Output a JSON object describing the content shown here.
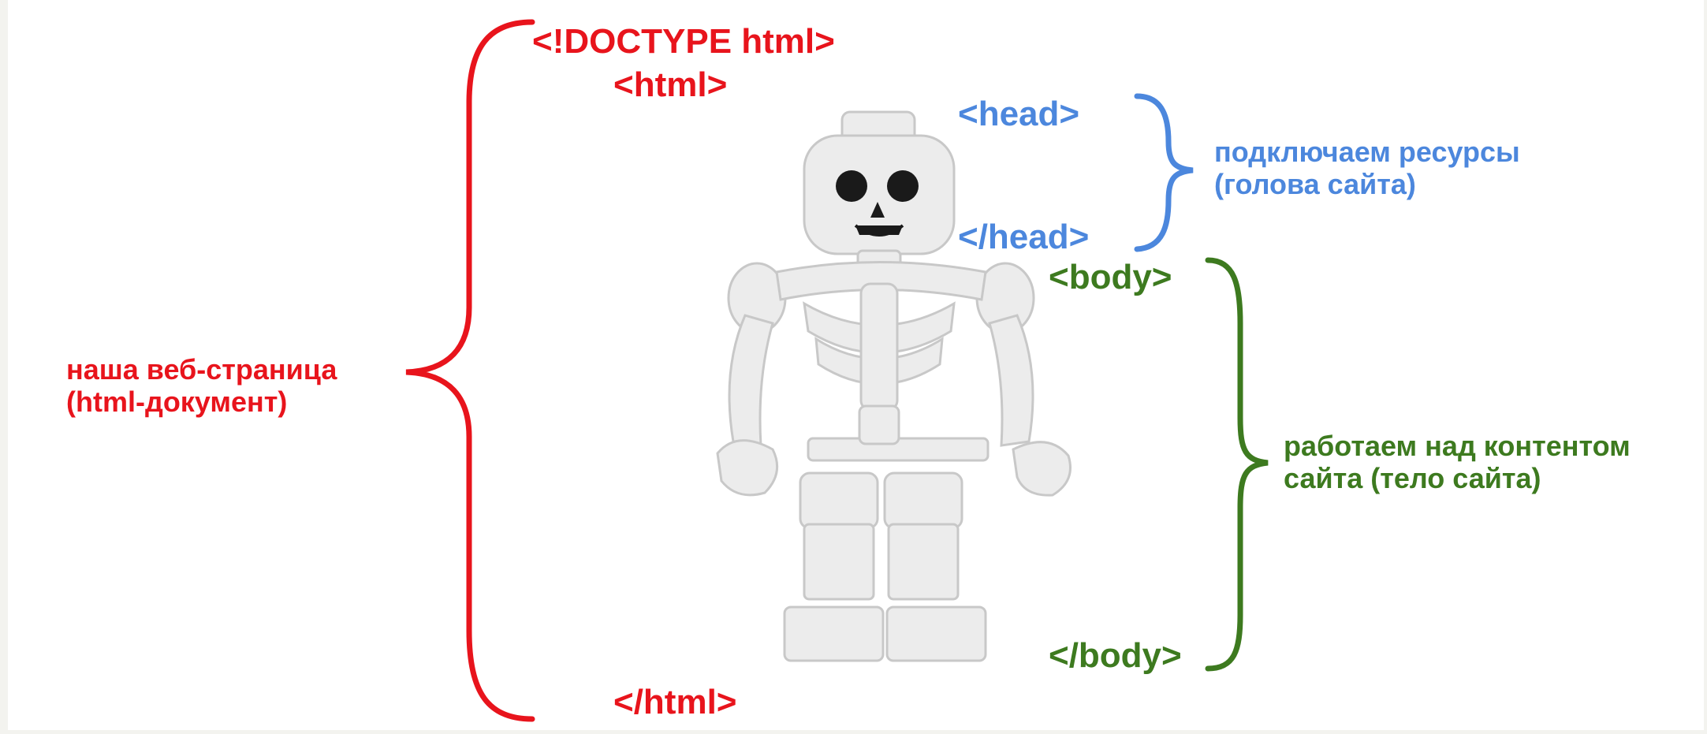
{
  "tags": {
    "doctype": "<!DOCTYPE html>",
    "html_open": "<html>",
    "html_close": "</html>",
    "head_open": "<head>",
    "head_close": "</head>",
    "body_open": "<body>",
    "body_close": "</body>"
  },
  "notes": {
    "page_line1": "наша веб-страница",
    "page_line2": "(html-документ)",
    "head_line1": "подключаем ресурсы",
    "head_line2": "(голова сайта)",
    "body_line1": "работаем над контентом",
    "body_line2": "сайта (тело сайта)"
  },
  "colors": {
    "html_group": "#e8141c",
    "head_group": "#4c87dd",
    "body_group": "#3d7a1f",
    "background": "#ffffff"
  },
  "image": {
    "subject": "lego-skeleton-minifigure"
  }
}
